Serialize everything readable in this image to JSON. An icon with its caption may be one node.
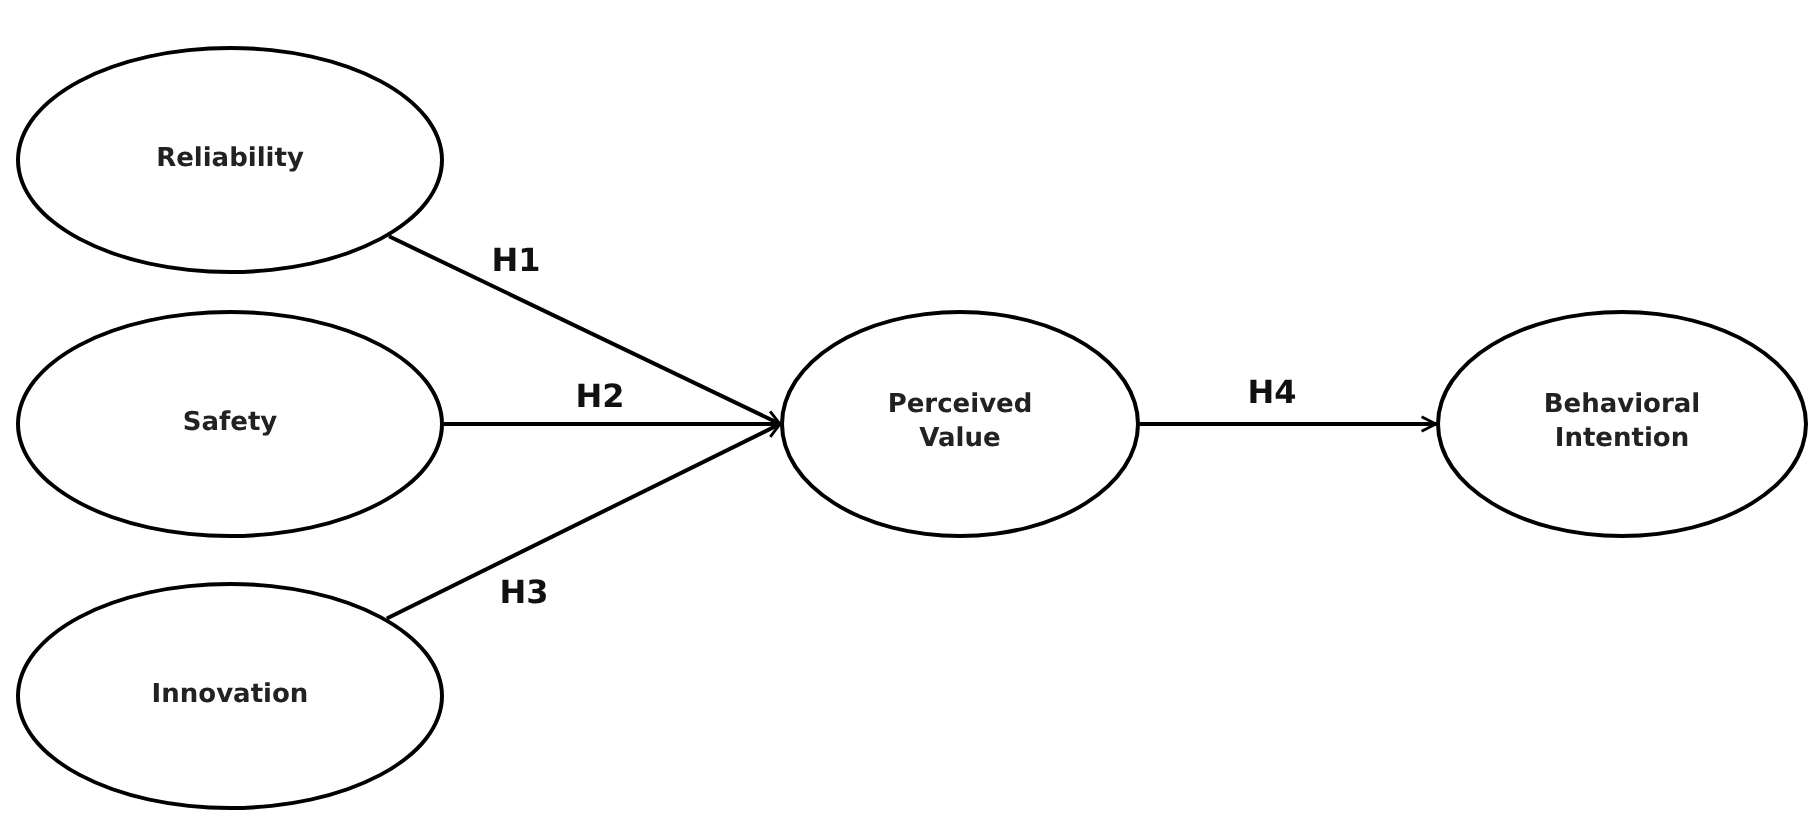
{
  "diagram": {
    "nodes": [
      {
        "text": [
          "Reliability"
        ]
      },
      {
        "text": [
          "Safety"
        ]
      },
      {
        "text": [
          "Innovation"
        ]
      },
      {
        "text": [
          "Perceived Value"
        ]
      },
      {
        "text": [
          "Behavioral Intention"
        ]
      }
    ],
    "edges": [
      {
        "from": 0,
        "to": 3,
        "arrow": "to",
        "label": "H1"
      },
      {
        "from": 1,
        "to": 3,
        "arrow": "to",
        "label": "H2"
      },
      {
        "from": 2,
        "to": 3,
        "arrow": "to",
        "label": "H3"
      },
      {
        "from": 3,
        "to": 4,
        "arrow": "to",
        "label": "H4"
      }
    ]
  }
}
